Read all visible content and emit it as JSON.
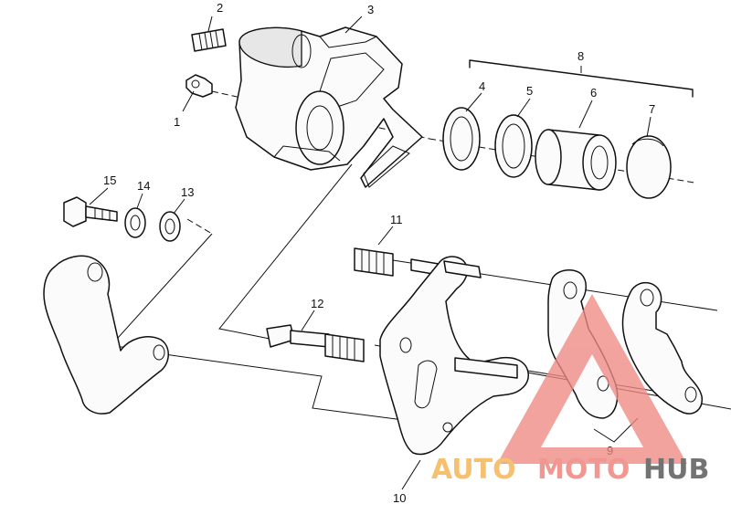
{
  "callouts": {
    "c1": "1",
    "c2": "2",
    "c3": "3",
    "c4": "4",
    "c5": "5",
    "c6": "6",
    "c7": "7",
    "c8": "8",
    "c9": "9",
    "c10": "10",
    "c11": "11",
    "c12": "12",
    "c13": "13",
    "c14": "14",
    "c15": "15"
  },
  "watermark": {
    "auto": "AUTO",
    "moto": "MOTO",
    "hub": "HUB",
    "colors": {
      "auto": "#f3b04a",
      "moto": "#ee7a74",
      "hub": "#4d4d4d",
      "triangle": "#f08a84"
    }
  }
}
